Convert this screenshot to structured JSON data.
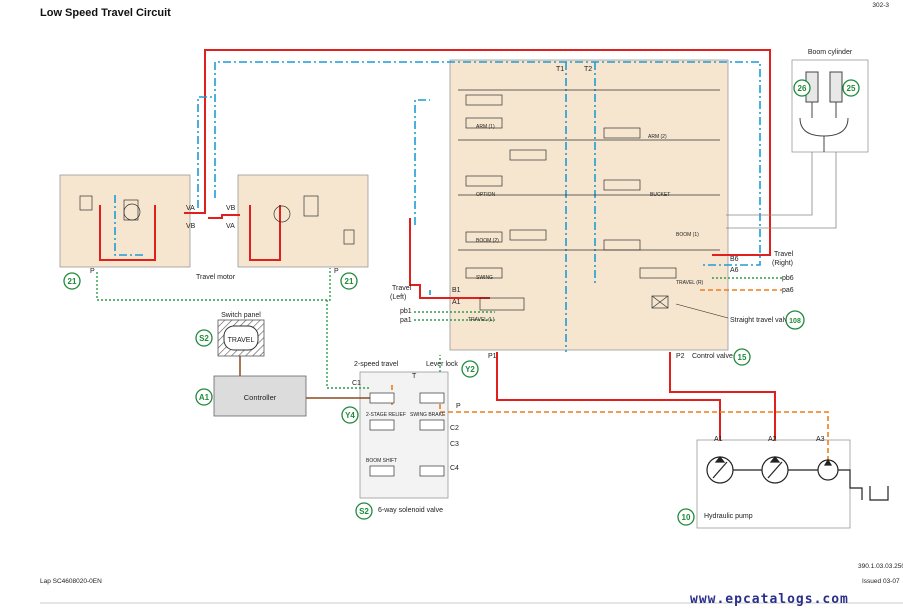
{
  "title": "Low Speed Travel Circuit",
  "page_ref": "302-3",
  "footer": {
    "left": "Lap SC4608020-0EN",
    "right": "Issued 03-07",
    "drawing_id": "390.1.03.03.2502"
  },
  "watermark": "www.epcatalogs.com",
  "labels": {
    "boom_cylinder": "Boom cylinder",
    "travel_motor": "Travel motor",
    "switch_panel": "Switch panel",
    "switch_button": "TRAVEL",
    "controller": "Controller",
    "two_speed_travel": "2-speed travel",
    "lever_lock": "Lever lock",
    "solenoid_valve": "6-way solenoid valve",
    "hydraulic_pump": "Hydraulic pump",
    "control_valve": "Control valve",
    "straight_travel_valve": "Straight travel valve",
    "travel_left_1": "Travel",
    "travel_left_2": "(Left)",
    "travel_right_1": "Travel",
    "travel_right_2": "(Right)"
  },
  "callouts": [
    "21",
    "21",
    "S2",
    "A1",
    "Y4",
    "Y2",
    "S2",
    "26",
    "25",
    "108",
    "15",
    "10"
  ],
  "ports": {
    "va_left": "VA",
    "vb_left": "VB",
    "vb_right": "VB",
    "va_right": "VA",
    "p_left": "P",
    "p_right": "P",
    "a1_pump": "A1",
    "a2_pump": "A2",
    "a3_pump": "A3",
    "p1": "P1",
    "p2": "P2",
    "pb1": "pb1",
    "pa1": "pa1",
    "pb6": "pb6",
    "pa6": "pa6",
    "a1_valve": "A1",
    "b1_valve": "B1",
    "b6_valve": "B6",
    "a6_valve": "A6",
    "c1": "C1",
    "t": "T",
    "p_sol": "P",
    "t1": "T1",
    "t2": "T2",
    "c2": "C2",
    "c3": "C3",
    "c4": "C4"
  },
  "spools": {
    "arm2": "ARM (2)",
    "arm1": "ARM (1)",
    "option": "OPTION",
    "boom2": "BOOM (2)",
    "boom1": "BOOM (1)",
    "swing": "SWING",
    "bucket": "BUCKET",
    "travel_left": "TRAVEL (L)",
    "travel_right": "TRAVEL (R)",
    "two_stage": "2-STAGE RELIEF",
    "swing_brake": "SWING BRAKE",
    "boom_shift": "BOOM SHIFT"
  },
  "colors": {
    "pressure": "#e0201c",
    "return": "#1e9bd7",
    "pilot": "#2e9e4c",
    "pilot_orange": "#f07d1a",
    "electric": "#8a4a1e",
    "valve_fill": "#f6e6cf",
    "callout": "#1f8a3a"
  }
}
